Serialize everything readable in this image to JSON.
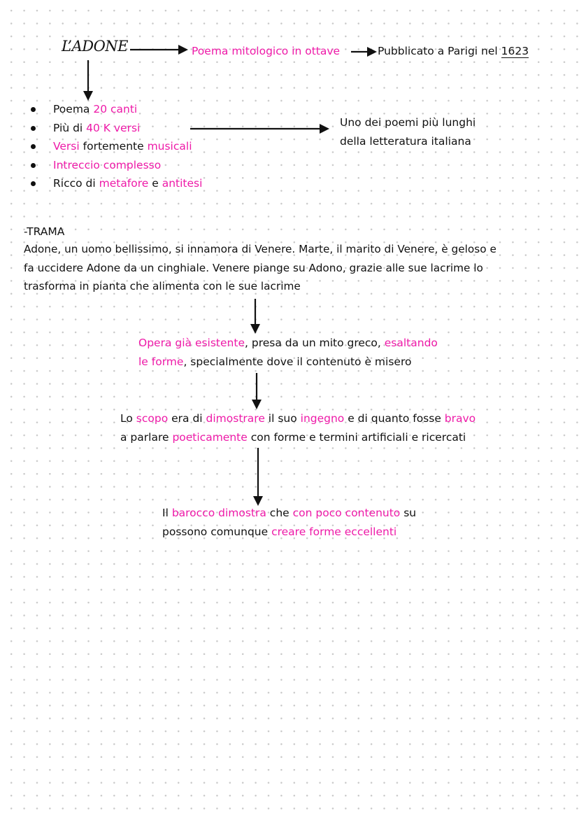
{
  "header": {
    "title": "L’ADONE",
    "subtitle": "Poema mitologico in ottave",
    "published_prefix": "Pubblicato a Parigi nel ",
    "published_year": "1623"
  },
  "features": [
    {
      "plain": "Poema ",
      "pink": "20 canti"
    },
    {
      "plain": "Più di ",
      "pink": "40 K versi"
    },
    {
      "pink": "Versi",
      "plain": " fortemente ",
      "pink2": "musicali"
    },
    {
      "pink": "Intreccio complesso"
    },
    {
      "plain": "Ricco di ",
      "pink": "metafore",
      "plain2": " e ",
      "pink2": "antitesi"
    }
  ],
  "side_note": {
    "line1": "Uno dei poemi più lunghi",
    "line2": "della letteratura italiana"
  },
  "trama": {
    "heading": "-TRAMA",
    "line1": "Adone, un uomo bellissimo, si innamora di Venere. Marte, il marito di Venere, è geloso e",
    "line2": "fa uccidere Adone da un cinghiale. Venere piange su Adono, grazie alle sue lacrime lo",
    "line3": "trasforma in pianta che alimenta con le sue lacrime"
  },
  "block1": {
    "a_pink": "Opera già esistente",
    "a_plain": ", presa da un mito greco, ",
    "a_pink2": "esaltando",
    "b_pink": "le forme",
    "b_plain": ", specialmente dove il contenuto è misero"
  },
  "block2": {
    "l1_p1": "Lo ",
    "l1_k1": "scopo",
    "l1_p2": " era di ",
    "l1_k2": "dimostrare",
    "l1_p3": " il suo ",
    "l1_k3": "ingegno",
    "l1_p4": " e di quanto fosse ",
    "l1_k4": "bravo",
    "l2_p1": "a parlare ",
    "l2_k1": "poeticamente",
    "l2_p2": " con forme e termini artificiali e ricercati"
  },
  "block3": {
    "l1_p1": "Il ",
    "l1_k1": "barocco dimostra",
    "l1_p2": " che ",
    "l1_k2": "con poco contenuto",
    "l1_p3": " su",
    "l2_p1": "possono comunque ",
    "l2_k1": "creare forme eccellenti"
  },
  "colors": {
    "accent": "#ee1aa8",
    "text": "#111111",
    "dot_grid": "#c9c9c9"
  }
}
